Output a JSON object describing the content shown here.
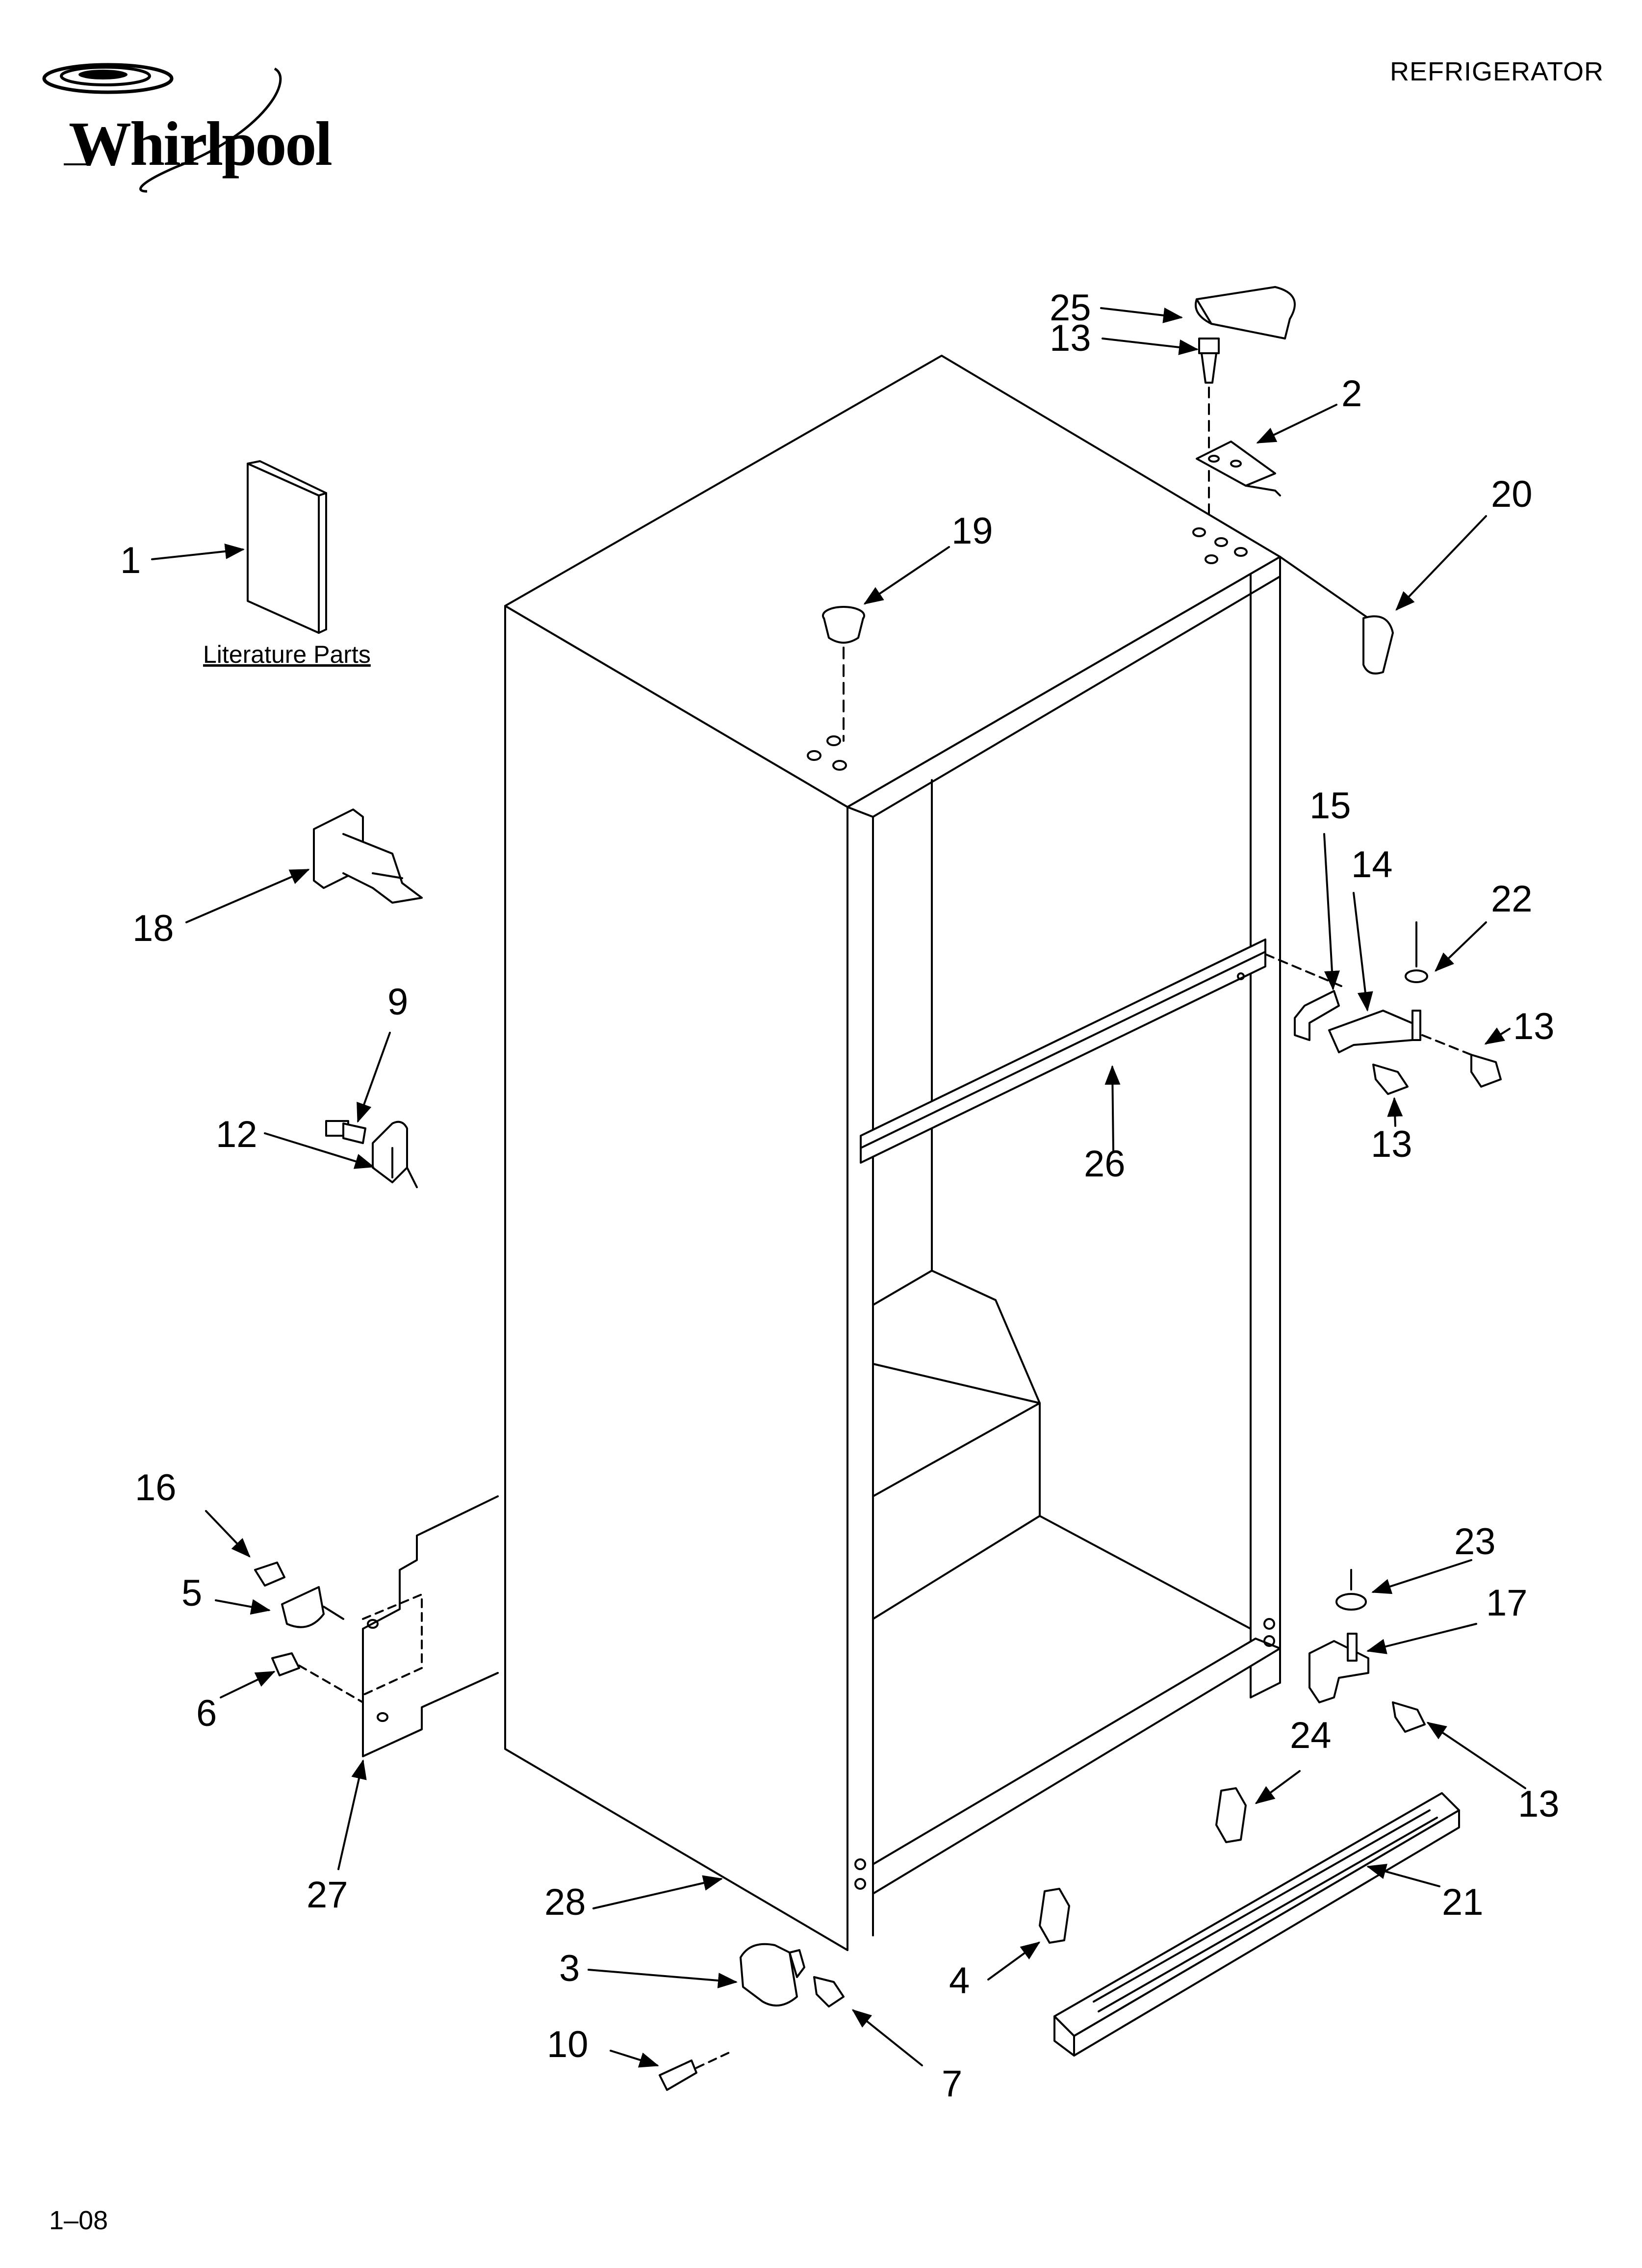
{
  "header": {
    "brand": "Whirlpool",
    "document_title": "REFRIGERATOR"
  },
  "footer": {
    "code": "1–08"
  },
  "literature_label": "Literature Parts",
  "callouts": {
    "c1": "1",
    "c2": "2",
    "c3": "3",
    "c4": "4",
    "c5": "5",
    "c6": "6",
    "c7": "7",
    "c9": "9",
    "c10": "10",
    "c12": "12",
    "c13a": "13",
    "c13b": "13",
    "c13c": "13",
    "c13d": "13",
    "c14": "14",
    "c15": "15",
    "c16": "16",
    "c17": "17",
    "c18": "18",
    "c19": "19",
    "c20": "20",
    "c21": "21",
    "c22": "22",
    "c23": "23",
    "c24": "24",
    "c25": "25",
    "c26": "26",
    "c27": "27",
    "c28": "28"
  }
}
